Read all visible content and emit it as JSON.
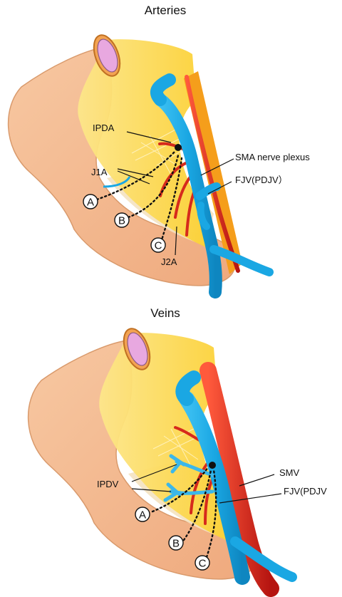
{
  "arteries": {
    "title": "Arteries",
    "labels": {
      "ipda": "IPDA",
      "j1a": "J1A",
      "j2a": "J2A",
      "sma_plexus": "SMA nerve plexus",
      "fjv": "FJV(PDJV）"
    },
    "markers": [
      "A",
      "B",
      "C"
    ]
  },
  "veins": {
    "title": "Veins",
    "labels": {
      "ipdv": "IPDV",
      "smv": "SMV",
      "fjv": "FJV(PDJV"
    },
    "markers": [
      "A",
      "B",
      "C"
    ]
  },
  "colors": {
    "intestine": "#f4b98e",
    "intestine_outline": "#d79c6f",
    "mesentery": "#fdd83c",
    "vein": "#1aa7e3",
    "artery": "#d62a1c",
    "nerve": "#f6a623",
    "lumen": "#e8a8e0"
  }
}
